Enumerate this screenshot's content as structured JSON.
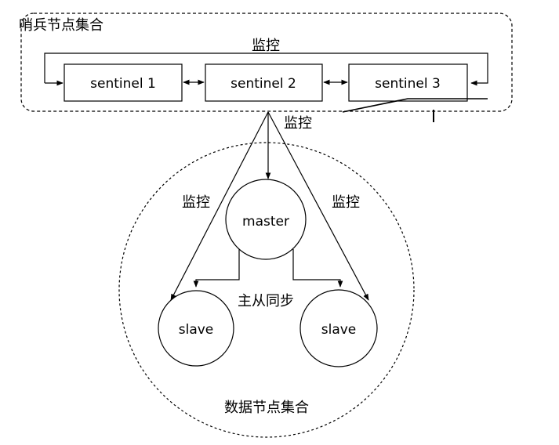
{
  "sentinel_group": {
    "title": "哨兵节点集合"
  },
  "data_group": {
    "title": "数据节点集合"
  },
  "nodes": {
    "sentinel1": "sentinel 1",
    "sentinel2": "sentinel 2",
    "sentinel3": "sentinel 3",
    "master": "master",
    "slave_left": "slave",
    "slave_right": "slave"
  },
  "edges": {
    "monitor_top": "监控",
    "monitor_down": "监控",
    "monitor_left": "监控",
    "monitor_right": "监控",
    "replication": "主从同步"
  },
  "colors": {
    "stroke": "#000000",
    "background": "#ffffff"
  }
}
